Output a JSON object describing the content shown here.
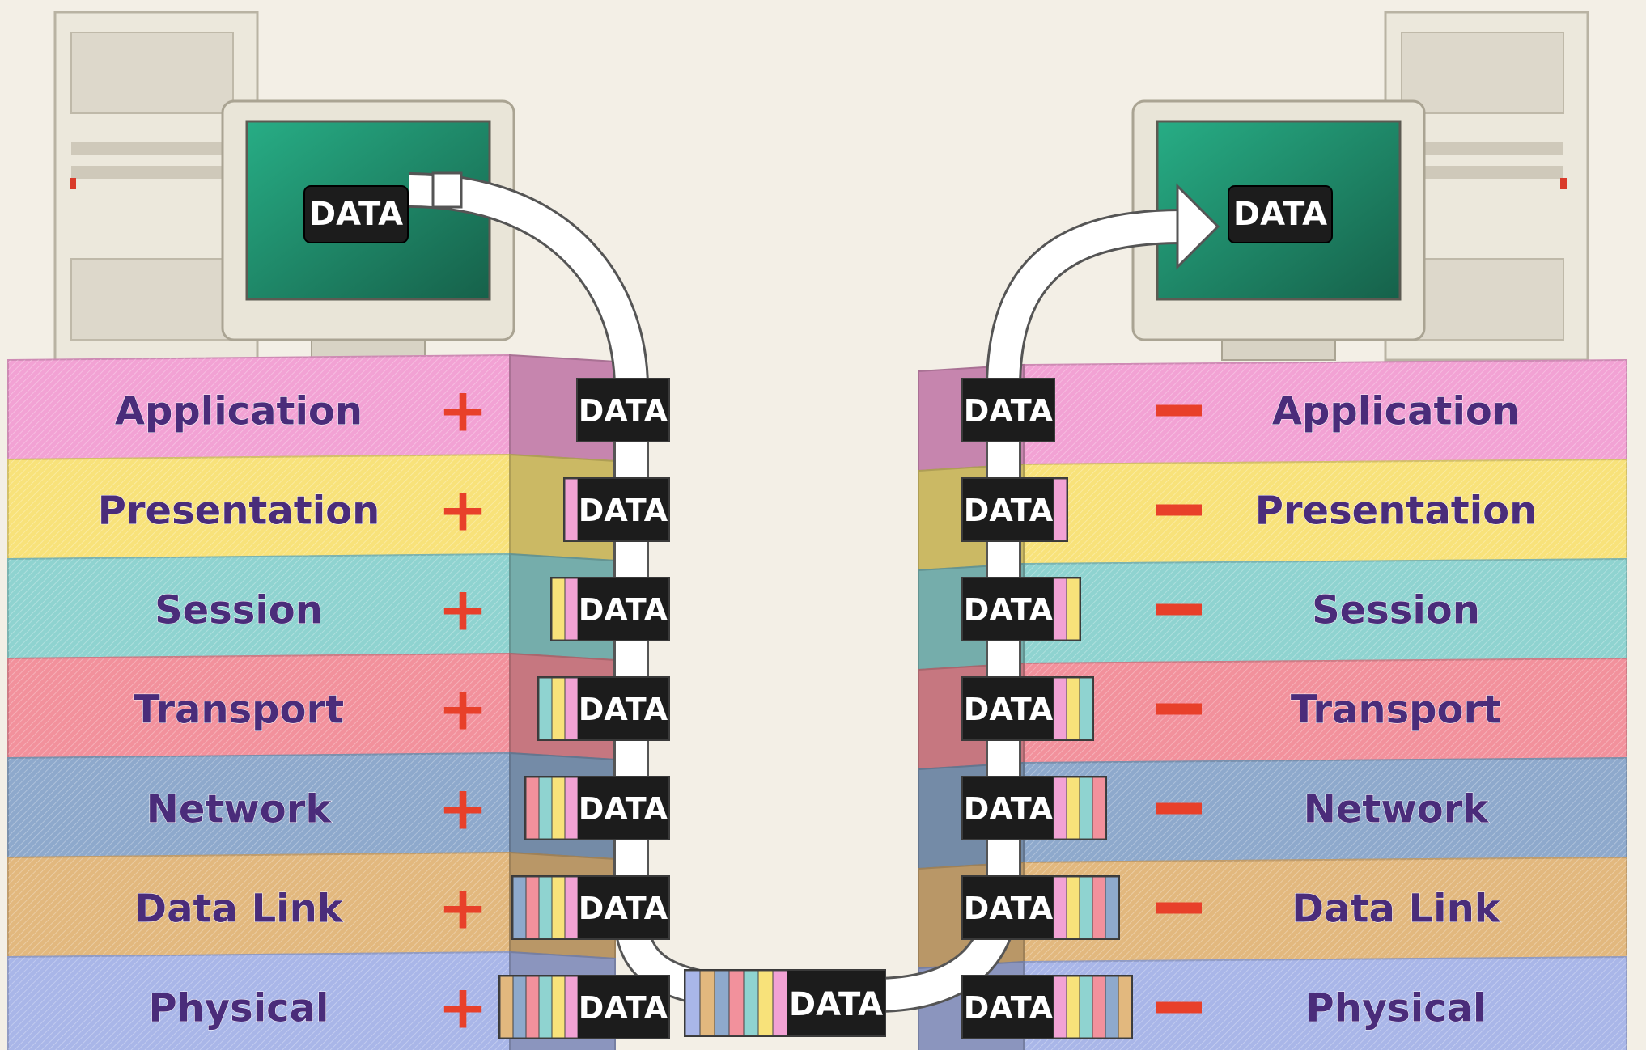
{
  "diagram": {
    "layers": [
      {
        "name": "Application",
        "color": "#f2a2d4"
      },
      {
        "name": "Presentation",
        "color": "#f8e27a"
      },
      {
        "name": "Session",
        "color": "#8fd3d0"
      },
      {
        "name": "Transport",
        "color": "#f2919c"
      },
      {
        "name": "Network",
        "color": "#8ea9cc"
      },
      {
        "name": "Data Link",
        "color": "#e2b87e"
      },
      {
        "name": "Physical",
        "color": "#a9b6e8"
      }
    ],
    "sender_operator": "+",
    "receiver_operator": "−",
    "packet_label": "DATA",
    "computer_data_label": "DATA",
    "text_color": "#4a2c7a",
    "operator_color": "#e8402a",
    "screen_color": "#1f8a6a"
  }
}
